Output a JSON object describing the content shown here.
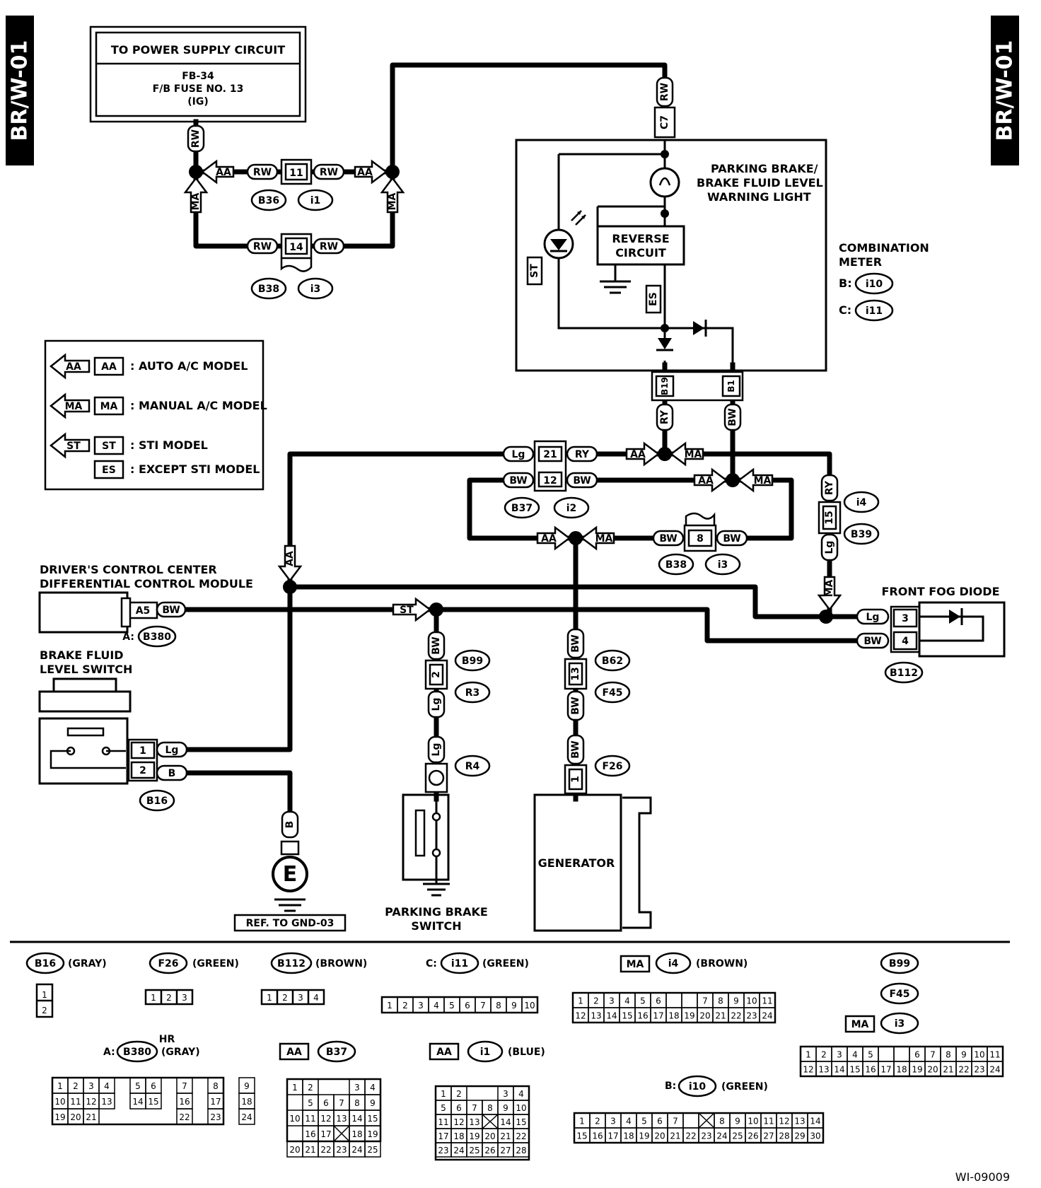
{
  "page_code": "BR/W-01",
  "figure_id": "WI-09009",
  "power_supply": {
    "title": "TO POWER SUPPLY CIRCUIT",
    "line1": "FB-34",
    "line2": "F/B FUSE NO. 13",
    "line3": "(IG)"
  },
  "legend": [
    {
      "code": "AA",
      "text": ": AUTO A/C MODEL"
    },
    {
      "code": "MA",
      "text": ": MANUAL A/C MODEL"
    },
    {
      "code": "ST",
      "text": ": STI MODEL"
    },
    {
      "code": "ES",
      "text": ": EXCEPT STI MODEL"
    }
  ],
  "combination_meter": {
    "label1": "COMBINATION",
    "label2": "METER",
    "b_prefix": "B:",
    "b_conn": "i10",
    "c_prefix": "C:",
    "c_conn": "i11",
    "warning_light1": "PARKING BRAKE/",
    "warning_light2": "BRAKE FLUID LEVEL",
    "warning_light3": "WARNING LIGHT",
    "reverse1": "REVERSE",
    "reverse2": "CIRCUIT",
    "pin_c7": "C7",
    "pin_b19": "B19",
    "pin_b1": "B1",
    "st": "ST",
    "es": "ES"
  },
  "components": {
    "dccd1": "DRIVER'S CONTROL CENTER",
    "dccd2": "DIFFERENTIAL CONTROL MODULE",
    "dccd_pin": "A5",
    "dccd_prefix": "A:",
    "dccd_conn": "B380",
    "bfls1": "BRAKE FLUID",
    "bfls2": "LEVEL SWITCH",
    "bfls_conn": "B16",
    "front_fog_diode": "FRONT FOG DIODE",
    "fog_conn": "B112",
    "parking_switch1": "PARKING BRAKE",
    "parking_switch2": "SWITCH",
    "generator": "GENERATOR",
    "ground_ref": "REF. TO GND-03",
    "ground_symbol": "E"
  },
  "wires": {
    "RW": "RW",
    "RY": "RY",
    "BW": "BW",
    "Lg": "Lg",
    "B": "B"
  },
  "pins": {
    "p11": "11",
    "p14": "14",
    "p21": "21",
    "p12": "12",
    "p8": "8",
    "p15": "15",
    "p2": "2",
    "p13": "13",
    "p1": "1",
    "p3": "3",
    "p4": "4",
    "p1b": "1",
    "p2b": "2"
  },
  "connectors": {
    "B36": "B36",
    "i1": "i1",
    "B38": "B38",
    "i3": "i3",
    "B37": "B37",
    "i2": "i2",
    "i4": "i4",
    "B39": "B39",
    "B99": "B99",
    "R3": "R3",
    "R4": "R4",
    "B62": "B62",
    "F45": "F45",
    "F26": "F26"
  },
  "views": {
    "b16": {
      "name": "B16",
      "color": "(GRAY)"
    },
    "f26": {
      "name": "F26",
      "color": "(GREEN)"
    },
    "b112": {
      "name": "B112",
      "color": "(BROWN)"
    },
    "c_i11": {
      "prefix": "C:",
      "name": "i11",
      "color": "(GREEN)"
    },
    "ma_i4": {
      "tag": "MA",
      "name": "i4",
      "color": "(BROWN)"
    },
    "b99": {
      "name": "B99"
    },
    "f45": {
      "name": "F45"
    },
    "ma_i3": {
      "tag": "MA",
      "name": "i3"
    },
    "a_b380": {
      "prefix": "A:",
      "name": "B380",
      "hr": "HR",
      "color": "(GRAY)"
    },
    "aa_b37": {
      "tag": "AA",
      "name": "B37"
    },
    "aa_i1": {
      "tag": "AA",
      "name": "i1",
      "color": "(BLUE)"
    },
    "b_i10": {
      "prefix": "B:",
      "name": "i10",
      "color": "(GREEN)"
    }
  },
  "legend_icons": [
    "left-arrow-icon",
    "diode-icon",
    "led-icon",
    "ground-icon",
    "bulb-icon"
  ]
}
